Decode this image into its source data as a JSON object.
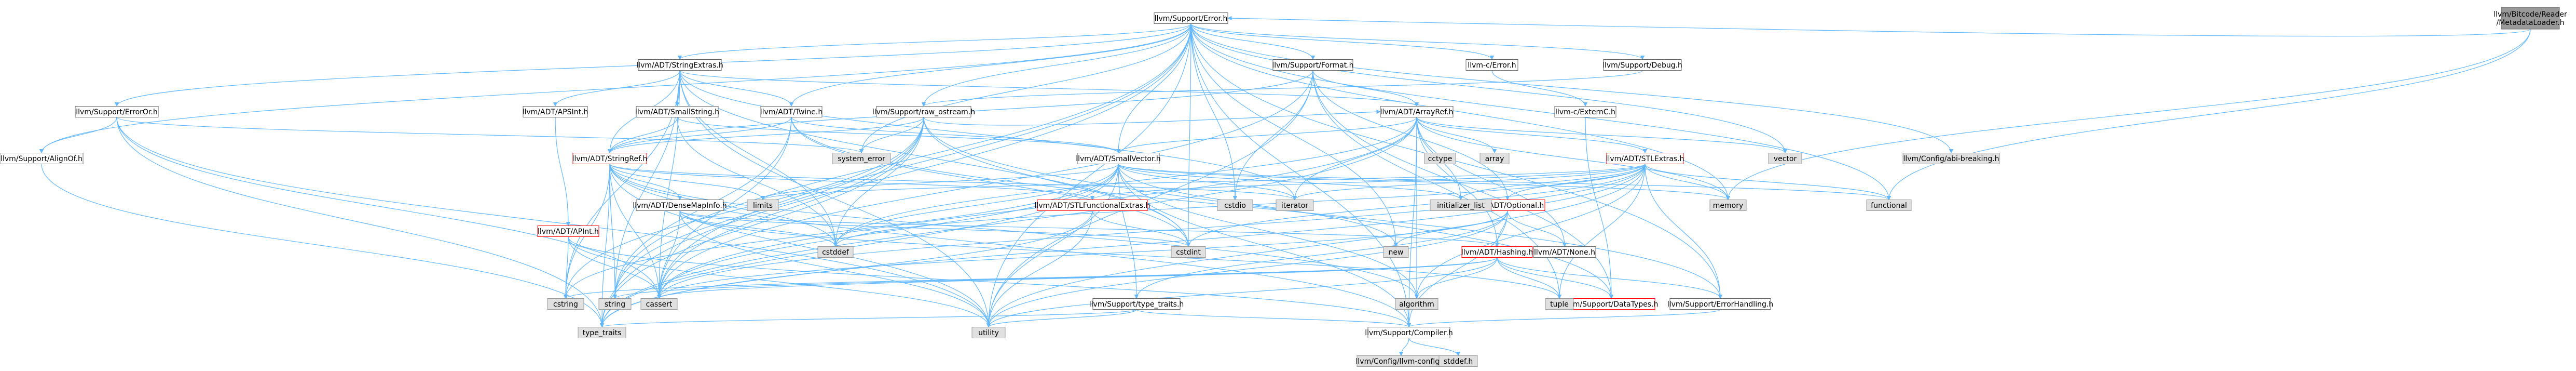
{
  "graph": {
    "colors": {
      "edge": "#63B8FF",
      "root_fill": "#999999",
      "node_fill": "#ffffff",
      "node_border": "#666666",
      "system_fill": "#e0e0e0",
      "system_border": "#999999",
      "highlight_border": "#ff0000"
    },
    "nodes": [
      {
        "id": "root",
        "lines": [
          "llvm/Bitcode/Reader",
          "/MetadataLoader.h"
        ],
        "style": "root"
      },
      {
        "id": "error",
        "lines": [
          "llvm/Support/Error.h"
        ],
        "style": "normal"
      },
      {
        "id": "stringextras",
        "lines": [
          "llvm/ADT/StringExtras.h"
        ],
        "style": "normal"
      },
      {
        "id": "format",
        "lines": [
          "llvm/Support/Format.h"
        ],
        "style": "normal"
      },
      {
        "id": "cerror",
        "lines": [
          "llvm-c/Error.h"
        ],
        "style": "normal"
      },
      {
        "id": "debug",
        "lines": [
          "llvm/Support/Debug.h"
        ],
        "style": "normal"
      },
      {
        "id": "erroror",
        "lines": [
          "llvm/Support/ErrorOr.h"
        ],
        "style": "normal"
      },
      {
        "id": "alignof",
        "lines": [
          "llvm/Support/AlignOf.h"
        ],
        "style": "normal"
      },
      {
        "id": "apsint",
        "lines": [
          "llvm/ADT/APSInt.h"
        ],
        "style": "normal"
      },
      {
        "id": "apint",
        "lines": [
          "llvm/ADT/APInt.h"
        ],
        "style": "highlight"
      },
      {
        "id": "smallstring",
        "lines": [
          "llvm/ADT/SmallString.h"
        ],
        "style": "normal"
      },
      {
        "id": "twine",
        "lines": [
          "llvm/ADT/Twine.h"
        ],
        "style": "normal"
      },
      {
        "id": "stringref",
        "lines": [
          "llvm/ADT/StringRef.h"
        ],
        "style": "highlight"
      },
      {
        "id": "rawostream",
        "lines": [
          "llvm/Support/raw_ostream.h"
        ],
        "style": "normal"
      },
      {
        "id": "densemapinfo",
        "lines": [
          "llvm/ADT/DenseMapInfo.h"
        ],
        "style": "normal"
      },
      {
        "id": "smallvector",
        "lines": [
          "llvm/ADT/SmallVector.h"
        ],
        "style": "normal"
      },
      {
        "id": "arrayref",
        "lines": [
          "llvm/ADT/ArrayRef.h"
        ],
        "style": "normal"
      },
      {
        "id": "externc",
        "lines": [
          "llvm-c/ExternC.h"
        ],
        "style": "normal"
      },
      {
        "id": "stlextras",
        "lines": [
          "llvm/ADT/STLExtras.h"
        ],
        "style": "highlight"
      },
      {
        "id": "stlfunctional",
        "lines": [
          "llvm/ADT/STLFunctionalExtras.h"
        ],
        "style": "highlight"
      },
      {
        "id": "optional",
        "lines": [
          "llvm/ADT/Optional.h"
        ],
        "style": "highlight"
      },
      {
        "id": "hashing",
        "lines": [
          "llvm/ADT/Hashing.h"
        ],
        "style": "highlight"
      },
      {
        "id": "none",
        "lines": [
          "llvm/ADT/None.h"
        ],
        "style": "normal"
      },
      {
        "id": "datatypes",
        "lines": [
          "llvm/Support/DataTypes.h"
        ],
        "style": "highlight"
      },
      {
        "id": "typetraits_llvm",
        "lines": [
          "llvm/Support/type_traits.h"
        ],
        "style": "normal"
      },
      {
        "id": "errorhandling",
        "lines": [
          "llvm/Support/ErrorHandling.h"
        ],
        "style": "normal"
      },
      {
        "id": "compiler",
        "lines": [
          "llvm/Support/Compiler.h"
        ],
        "style": "normal"
      },
      {
        "id": "llvmconfig",
        "lines": [
          "llvm/Config/llvm-config.h"
        ],
        "style": "system"
      },
      {
        "id": "stddef",
        "lines": [
          "stddef.h"
        ],
        "style": "system"
      },
      {
        "id": "abibreaking",
        "lines": [
          "llvm/Config/abi-breaking.h"
        ],
        "style": "system"
      },
      {
        "id": "systemerror",
        "lines": [
          "system_error"
        ],
        "style": "system"
      },
      {
        "id": "cstdio",
        "lines": [
          "cstdio"
        ],
        "style": "system"
      },
      {
        "id": "iterator",
        "lines": [
          "iterator"
        ],
        "style": "system"
      },
      {
        "id": "initlist",
        "lines": [
          "initializer_list"
        ],
        "style": "system"
      },
      {
        "id": "memory",
        "lines": [
          "memory"
        ],
        "style": "system"
      },
      {
        "id": "functional",
        "lines": [
          "functional"
        ],
        "style": "system"
      },
      {
        "id": "vector",
        "lines": [
          "vector"
        ],
        "style": "system"
      },
      {
        "id": "array",
        "lines": [
          "array"
        ],
        "style": "system"
      },
      {
        "id": "cctype",
        "lines": [
          "cctype"
        ],
        "style": "system"
      },
      {
        "id": "limits",
        "lines": [
          "limits"
        ],
        "style": "system"
      },
      {
        "id": "cstddef",
        "lines": [
          "cstddef"
        ],
        "style": "system"
      },
      {
        "id": "cstdint",
        "lines": [
          "cstdint"
        ],
        "style": "system"
      },
      {
        "id": "new",
        "lines": [
          "new"
        ],
        "style": "system"
      },
      {
        "id": "tuple",
        "lines": [
          "tuple"
        ],
        "style": "system"
      },
      {
        "id": "algorithm",
        "lines": [
          "algorithm"
        ],
        "style": "system"
      },
      {
        "id": "cstring",
        "lines": [
          "cstring"
        ],
        "style": "system"
      },
      {
        "id": "string",
        "lines": [
          "string"
        ],
        "style": "system"
      },
      {
        "id": "cassert",
        "lines": [
          "cassert"
        ],
        "style": "system"
      },
      {
        "id": "utility",
        "lines": [
          "utility"
        ],
        "style": "system"
      },
      {
        "id": "typetraits",
        "lines": [
          "type_traits"
        ],
        "style": "system"
      }
    ],
    "edges": [
      [
        "root",
        "error"
      ],
      [
        "root",
        "memory"
      ],
      [
        "root",
        "functional"
      ],
      [
        "error",
        "stringextras"
      ],
      [
        "error",
        "format"
      ],
      [
        "error",
        "cerror"
      ],
      [
        "error",
        "debug"
      ],
      [
        "error",
        "erroror"
      ],
      [
        "error",
        "alignof"
      ],
      [
        "error",
        "twine"
      ],
      [
        "error",
        "rawostream"
      ],
      [
        "error",
        "smallvector"
      ],
      [
        "error",
        "abibreaking"
      ],
      [
        "error",
        "compiler"
      ],
      [
        "error",
        "errorhandling"
      ],
      [
        "error",
        "systemerror"
      ],
      [
        "error",
        "cstdio"
      ],
      [
        "error",
        "cassert"
      ],
      [
        "error",
        "cstdint"
      ],
      [
        "error",
        "memory"
      ],
      [
        "error",
        "functional"
      ],
      [
        "error",
        "vector"
      ],
      [
        "error",
        "new"
      ],
      [
        "error",
        "string"
      ],
      [
        "error",
        "utility"
      ],
      [
        "error",
        "typetraits"
      ],
      [
        "stringextras",
        "apsint"
      ],
      [
        "stringextras",
        "arrayref"
      ],
      [
        "stringextras",
        "smallstring"
      ],
      [
        "stringextras",
        "stringref"
      ],
      [
        "stringextras",
        "twine"
      ],
      [
        "stringextras",
        "cassert"
      ],
      [
        "stringextras",
        "cstddef"
      ],
      [
        "stringextras",
        "cstdint"
      ],
      [
        "stringextras",
        "cstdlib"
      ],
      [
        "stringextras",
        "cstring"
      ],
      [
        "stringextras",
        "iterator"
      ],
      [
        "stringextras",
        "string"
      ],
      [
        "stringextras",
        "utility"
      ],
      [
        "apsint",
        "apint"
      ],
      [
        "apint",
        "compiler"
      ],
      [
        "apint",
        "cassert"
      ],
      [
        "apint",
        "cstring"
      ],
      [
        "apint",
        "utility"
      ],
      [
        "smallstring",
        "smallvector"
      ],
      [
        "smallstring",
        "stringref"
      ],
      [
        "smallstring",
        "cstddef"
      ],
      [
        "twine",
        "smallvector"
      ],
      [
        "twine",
        "stringref"
      ],
      [
        "twine",
        "errorhandling"
      ],
      [
        "twine",
        "cassert"
      ],
      [
        "twine",
        "cstdint"
      ],
      [
        "twine",
        "string"
      ],
      [
        "stringref",
        "densemapinfo"
      ],
      [
        "stringref",
        "stlfunctional"
      ],
      [
        "stringref",
        "compiler"
      ],
      [
        "stringref",
        "algorithm"
      ],
      [
        "stringref",
        "cassert"
      ],
      [
        "stringref",
        "cstddef"
      ],
      [
        "stringref",
        "cstring"
      ],
      [
        "stringref",
        "iterator"
      ],
      [
        "stringref",
        "limits"
      ],
      [
        "stringref",
        "string"
      ],
      [
        "stringref",
        "typetraits"
      ],
      [
        "stringref",
        "utility"
      ],
      [
        "densemapinfo",
        "hashing"
      ],
      [
        "densemapinfo",
        "cassert"
      ],
      [
        "densemapinfo",
        "cstddef"
      ],
      [
        "densemapinfo",
        "cstdint"
      ],
      [
        "densemapinfo",
        "tuple"
      ],
      [
        "densemapinfo",
        "utility"
      ],
      [
        "rawostream",
        "arrayref"
      ],
      [
        "rawostream",
        "stringref"
      ],
      [
        "rawostream",
        "datatypes"
      ],
      [
        "rawostream",
        "cassert"
      ],
      [
        "rawostream",
        "cstddef"
      ],
      [
        "rawostream",
        "cstdint"
      ],
      [
        "rawostream",
        "cstring"
      ],
      [
        "rawostream",
        "string"
      ],
      [
        "rawostream",
        "systemerror"
      ],
      [
        "rawostream",
        "typetraits"
      ],
      [
        "smallvector",
        "compiler"
      ],
      [
        "smallvector",
        "typetraits_llvm"
      ],
      [
        "smallvector",
        "algorithm"
      ],
      [
        "smallvector",
        "cassert"
      ],
      [
        "smallvector",
        "cstddef"
      ],
      [
        "smallvector",
        "cstdlib"
      ],
      [
        "smallvector",
        "cstring"
      ],
      [
        "smallvector",
        "functional"
      ],
      [
        "smallvector",
        "initlist"
      ],
      [
        "smallvector",
        "iterator"
      ],
      [
        "smallvector",
        "limits"
      ],
      [
        "smallvector",
        "memory"
      ],
      [
        "smallvector",
        "new"
      ],
      [
        "smallvector",
        "typetraits"
      ],
      [
        "smallvector",
        "utility"
      ],
      [
        "arrayref",
        "hashing"
      ],
      [
        "arrayref",
        "none"
      ],
      [
        "arrayref",
        "smallvector"
      ],
      [
        "arrayref",
        "stlextras"
      ],
      [
        "arrayref",
        "compiler"
      ],
      [
        "arrayref",
        "algorithm"
      ],
      [
        "arrayref",
        "array"
      ],
      [
        "arrayref",
        "cassert"
      ],
      [
        "arrayref",
        "cstddef"
      ],
      [
        "arrayref",
        "initlist"
      ],
      [
        "arrayref",
        "iterator"
      ],
      [
        "arrayref",
        "memory"
      ],
      [
        "arrayref",
        "typetraits"
      ],
      [
        "arrayref",
        "vector"
      ],
      [
        "stlextras",
        "optional"
      ],
      [
        "stlextras",
        "stlfunctional"
      ],
      [
        "stlextras",
        "errorhandling"
      ],
      [
        "stlextras",
        "algorithm"
      ],
      [
        "stlextras",
        "cassert"
      ],
      [
        "stlextras",
        "cstddef"
      ],
      [
        "stlextras",
        "cstdint"
      ],
      [
        "stlextras",
        "cstdlib"
      ],
      [
        "stlextras",
        "functional"
      ],
      [
        "stlextras",
        "initlist"
      ],
      [
        "stlextras",
        "iterator"
      ],
      [
        "stlextras",
        "limits"
      ],
      [
        "stlextras",
        "memory"
      ],
      [
        "stlextras",
        "tuple"
      ],
      [
        "stlextras",
        "typetraits"
      ],
      [
        "stlextras",
        "utility"
      ],
      [
        "stlfunctional",
        "cstdint"
      ],
      [
        "stlfunctional",
        "typetraits"
      ],
      [
        "stlfunctional",
        "utility"
      ],
      [
        "optional",
        "hashing"
      ],
      [
        "optional",
        "none"
      ],
      [
        "optional",
        "compiler"
      ],
      [
        "optional",
        "typetraits_llvm"
      ],
      [
        "optional",
        "cassert"
      ],
      [
        "optional",
        "new"
      ],
      [
        "optional",
        "utility"
      ],
      [
        "hashing",
        "datatypes"
      ],
      [
        "hashing",
        "errorhandling"
      ],
      [
        "hashing",
        "algorithm"
      ],
      [
        "hashing",
        "cassert"
      ],
      [
        "hashing",
        "cstring"
      ],
      [
        "hashing",
        "string"
      ],
      [
        "hashing",
        "tuple"
      ],
      [
        "hashing",
        "utility"
      ],
      [
        "typetraits_llvm",
        "compiler"
      ],
      [
        "typetraits_llvm",
        "typetraits"
      ],
      [
        "typetraits_llvm",
        "utility"
      ],
      [
        "errorhandling",
        "compiler"
      ],
      [
        "compiler",
        "llvmconfig"
      ],
      [
        "compiler",
        "stddef"
      ],
      [
        "format",
        "arrayref"
      ],
      [
        "format",
        "stringref"
      ],
      [
        "format",
        "datatypes"
      ],
      [
        "format",
        "cassert"
      ],
      [
        "format",
        "cstdio"
      ],
      [
        "format",
        "optional"
      ],
      [
        "format",
        "tuple"
      ],
      [
        "format",
        "utility"
      ],
      [
        "cerror",
        "externc"
      ],
      [
        "externc",
        "datatypes"
      ],
      [
        "debug",
        "rawostream"
      ],
      [
        "erroror",
        "alignof"
      ],
      [
        "erroror",
        "cassert"
      ],
      [
        "erroror",
        "systemerror"
      ],
      [
        "erroror",
        "typetraits"
      ],
      [
        "erroror",
        "utility"
      ],
      [
        "alignof",
        "typetraits"
      ]
    ]
  }
}
